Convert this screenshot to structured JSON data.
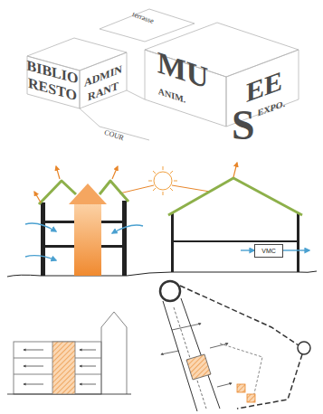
{
  "diagram": {
    "nodes": [
      {
        "text": [
          "VMC"
        ]
      }
    ],
    "labels": [
      "terrasse",
      "BIBLIO",
      "ADMIN",
      "RESTO",
      "RANT",
      "MU",
      "S",
      "EE",
      "ANIM.",
      "EXPO.",
      "COUR"
    ]
  }
}
